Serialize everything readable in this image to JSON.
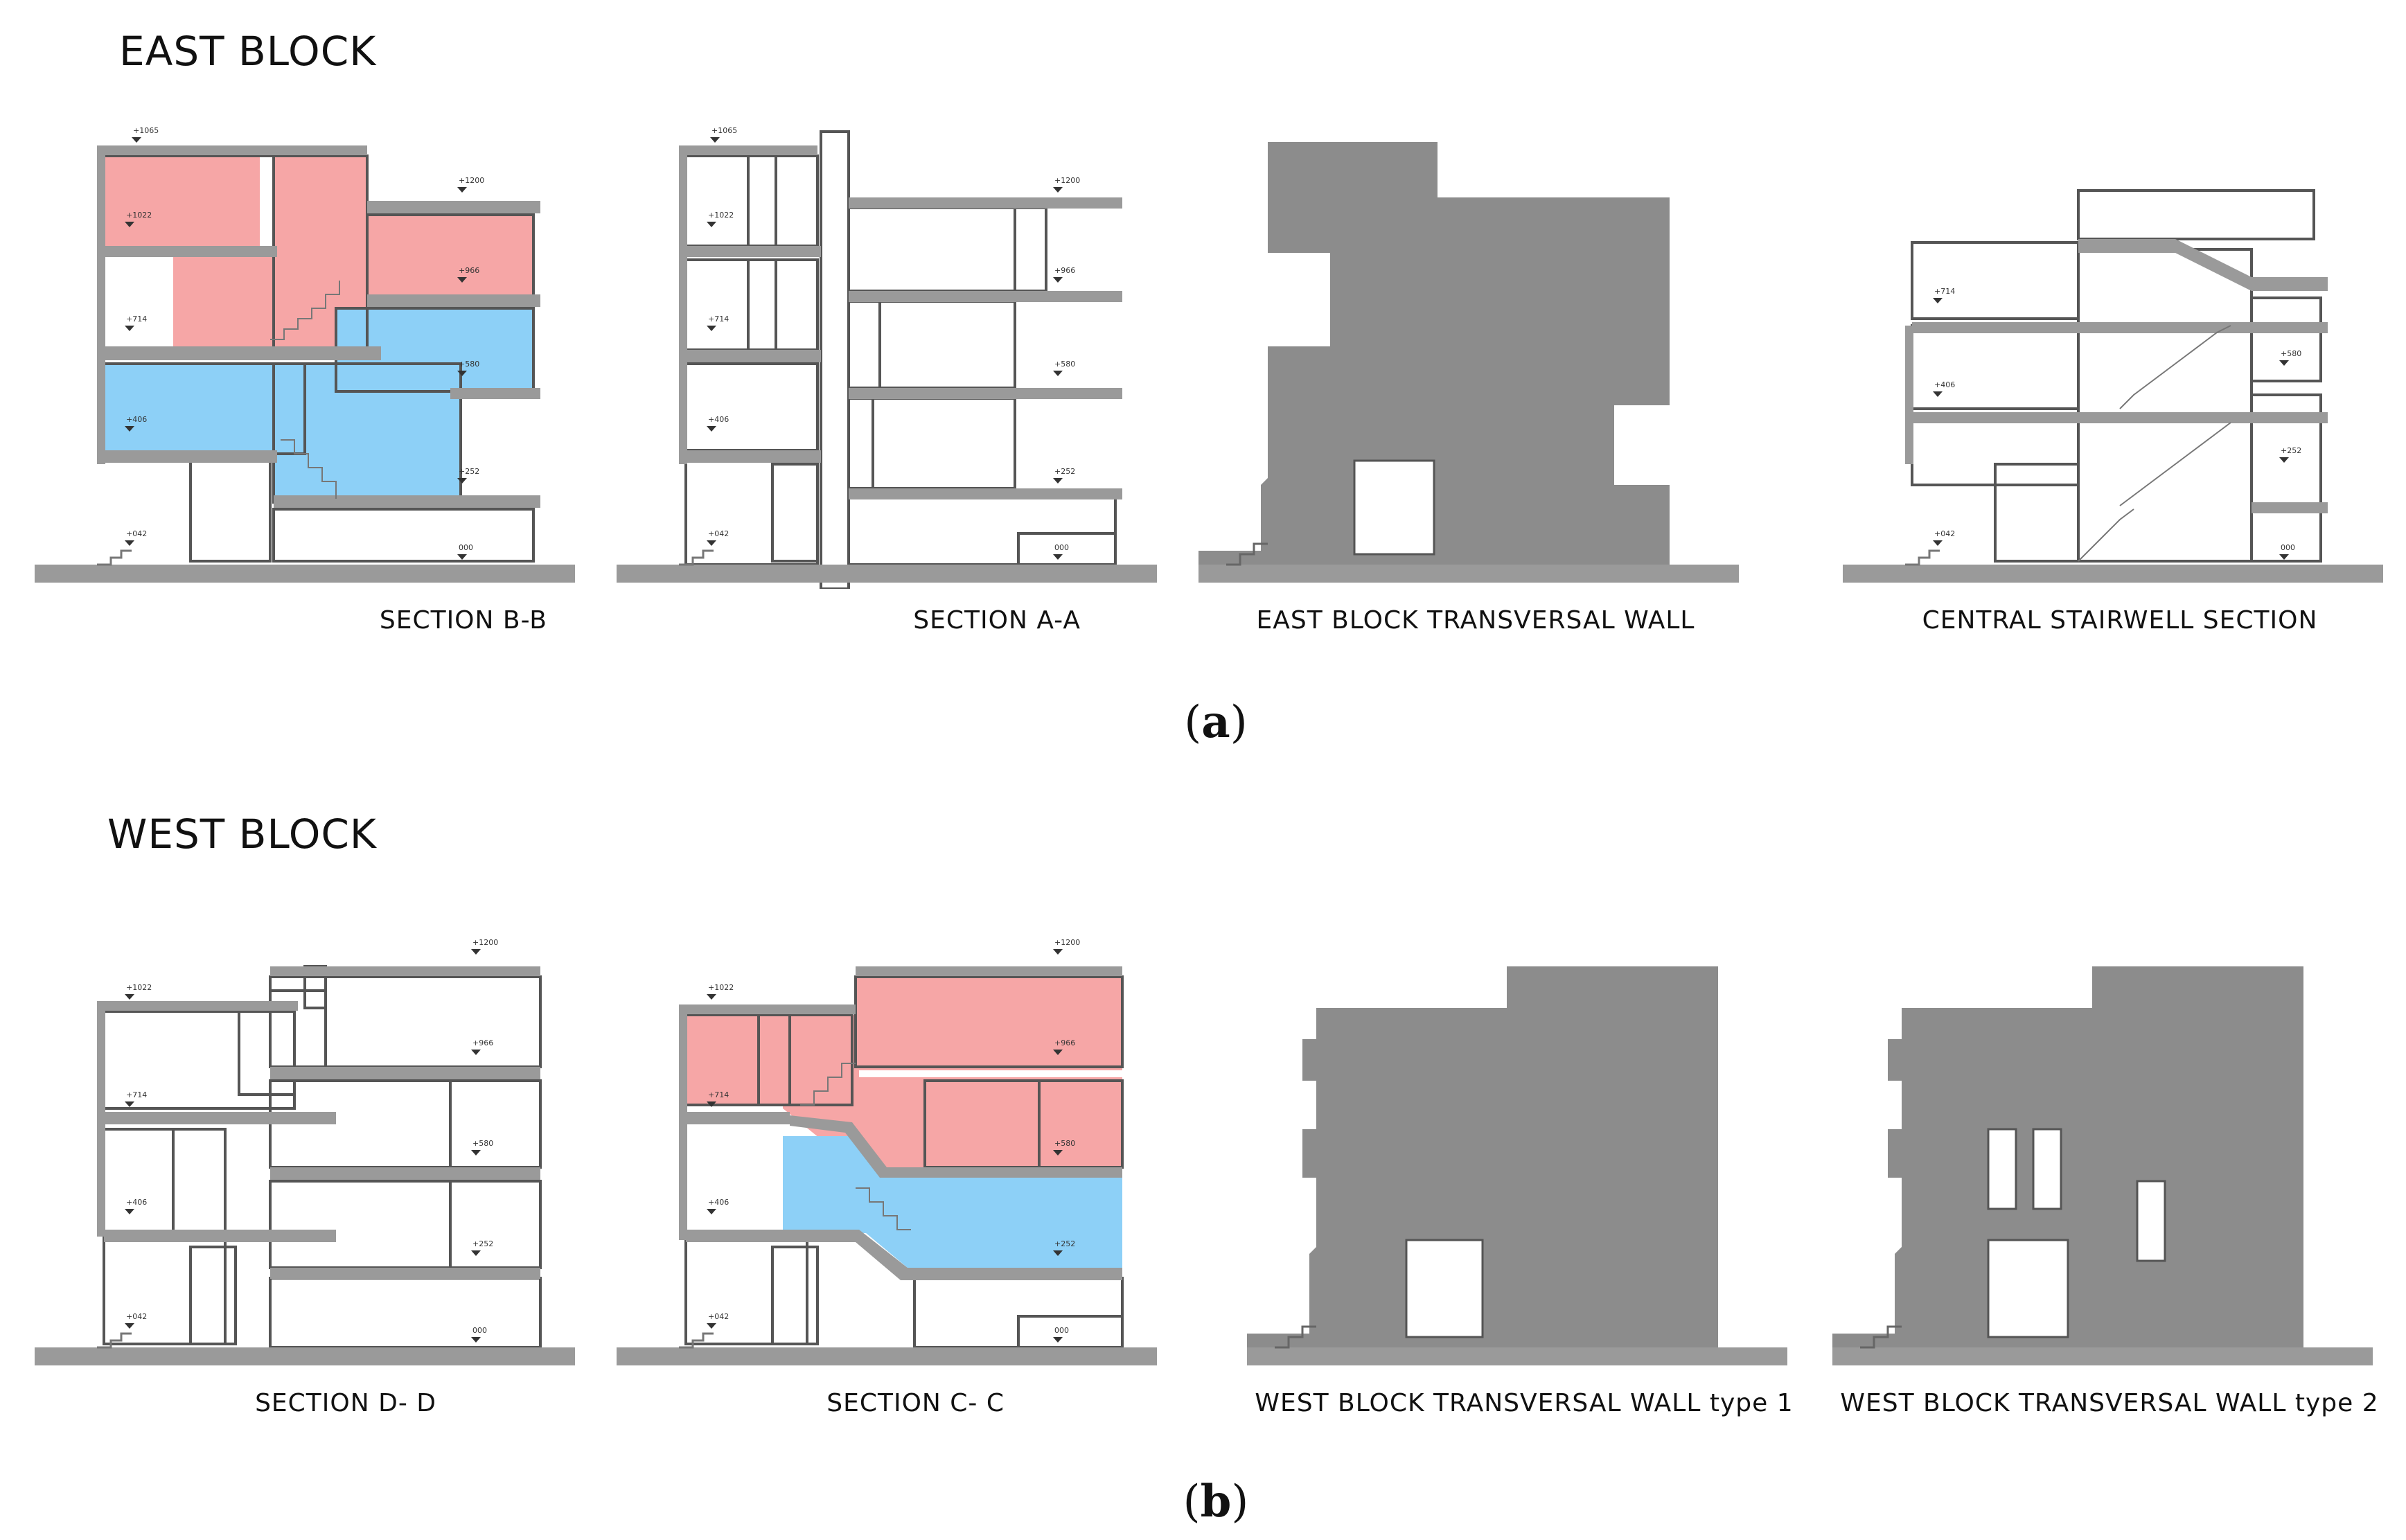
{
  "east_block": {
    "title": "EAST BLOCK",
    "figure_label": "(a)",
    "figure_letter": "a",
    "panels": [
      {
        "caption": "SECTION B-B",
        "levels": [
          "+1065",
          "+1200",
          "+1022",
          "+966",
          "+714",
          "+580",
          "+406",
          "+252",
          "+042",
          "000"
        ]
      },
      {
        "caption": "SECTION A-A",
        "levels": [
          "+1065",
          "+1200",
          "+1022",
          "+966",
          "+714",
          "+580",
          "+406",
          "+252",
          "+042",
          "000"
        ]
      },
      {
        "caption": "EAST BLOCK TRANSVERSAL WALL"
      },
      {
        "caption": "CENTRAL STAIRWELL SECTION",
        "levels": [
          "+714",
          "+580",
          "+406",
          "+252",
          "+042",
          "000"
        ]
      }
    ]
  },
  "west_block": {
    "title": "WEST BLOCK",
    "figure_label": "(b)",
    "figure_letter": "b",
    "panels": [
      {
        "caption": "SECTION D- D",
        "levels": [
          "+1200",
          "+1022",
          "+966",
          "+714",
          "+580",
          "+406",
          "+252",
          "+042",
          "000"
        ]
      },
      {
        "caption": "SECTION C- C",
        "levels": [
          "+1200",
          "+1022",
          "+966",
          "+714",
          "+580",
          "+406",
          "+252",
          "+042",
          "000"
        ]
      },
      {
        "caption": "WEST BLOCK TRANSVERSAL WALL type 1"
      },
      {
        "caption": "WEST BLOCK TRANSVERSAL WALL type 2"
      }
    ]
  },
  "colors": {
    "red_zone": "#f6a6a6",
    "blue_zone": "#8dd0f7",
    "wall_gray": "#8c8c8c",
    "slab_gray": "#9a9a9a",
    "ground_gray": "#9a9a9a"
  }
}
